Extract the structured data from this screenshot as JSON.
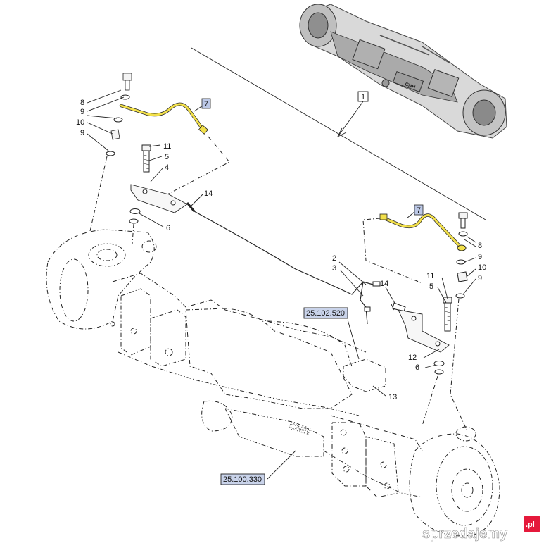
{
  "diagram": {
    "callouts": {
      "c1": "1",
      "c2": "2",
      "c3": "3",
      "c4": "4",
      "c5a": "5",
      "c5b": "5",
      "c6a": "6",
      "c6b": "6",
      "c7a": "7",
      "c7b": "7",
      "c8a": "8",
      "c8b": "8",
      "c9a": "9",
      "c9b": "9",
      "c9c": "9",
      "c9d": "9",
      "c10a": "10",
      "c10b": "10",
      "c11a": "11",
      "c11b": "11",
      "c12": "12",
      "c13": "13",
      "c14a": "14",
      "c14b": "14"
    },
    "references": {
      "ref_brake": "25.102.520",
      "ref_axle": "25.100.330"
    },
    "colors": {
      "highlight_fill": "#f2e04a",
      "ref_box_fill": "#c9d3ea",
      "callout7_fill": "#bcc8e6",
      "line": "#222222"
    }
  },
  "watermark": {
    "text": "sprzedajemy",
    "suffix": ".pl",
    "badge_color": "#e5193b"
  }
}
